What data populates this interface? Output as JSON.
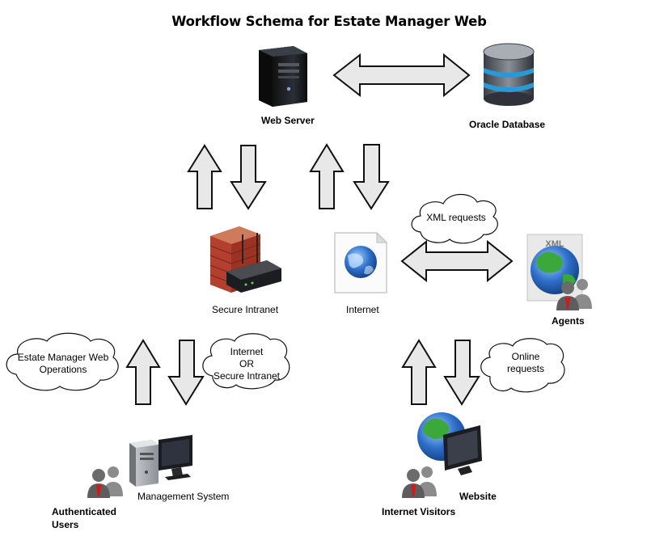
{
  "title": "Workflow Schema for Estate Manager Web",
  "nodes": {
    "web_server": "Web Server",
    "oracle_database": "Oracle Database",
    "secure_intranet": "Secure Intranet",
    "internet": "Internet",
    "agents": "Agents",
    "management_system": "Management System",
    "authenticated_users_line1": "Authenticated",
    "authenticated_users_line2": "Users",
    "website": "Website",
    "internet_visitors": "Internet Visitors"
  },
  "clouds": {
    "xml_requests": "XML requests",
    "estate_ops_line1": "Estate Manager Web",
    "estate_ops_line2": "Operations",
    "internet_or_line1": "Internet",
    "internet_or_line2": "OR",
    "internet_or_line3": "Secure Intranet",
    "online_line1": "Online",
    "online_line2": "requests"
  },
  "icon_text": {
    "xml_badge": "XML"
  },
  "icons": [
    "server-tower-icon",
    "database-icon",
    "firewall-router-icon",
    "globe-document-icon",
    "xml-globe-icon",
    "users-icon",
    "computer-icon",
    "globe-monitor-icon"
  ],
  "colors": {
    "arrow_fill": "#e8e8e8",
    "arrow_stroke": "#111111",
    "firewall_brick": "#b3402f",
    "globe_blue": "#2f6fc9",
    "globe_green": "#3aa83a",
    "database_blue": "#2a9ad6",
    "user_tie": "#d21919"
  }
}
